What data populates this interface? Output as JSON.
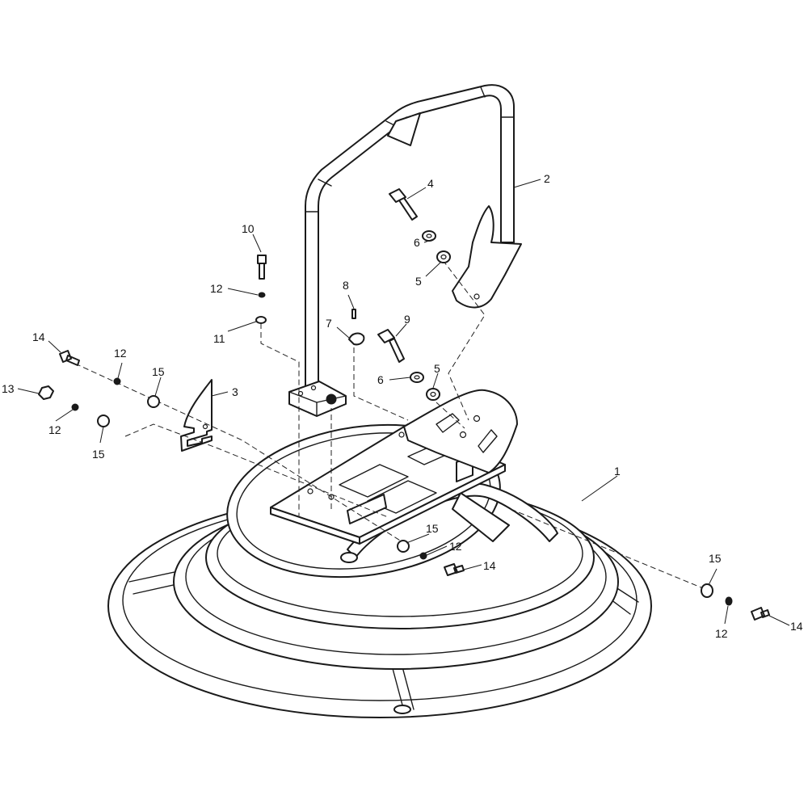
{
  "callouts": [
    {
      "id": "c1",
      "text": "1"
    },
    {
      "id": "c2",
      "text": "2"
    },
    {
      "id": "c3",
      "text": "3"
    },
    {
      "id": "c4",
      "text": "4"
    },
    {
      "id": "c5a",
      "text": "5"
    },
    {
      "id": "c5b",
      "text": "5"
    },
    {
      "id": "c6a",
      "text": "6"
    },
    {
      "id": "c6b",
      "text": "6"
    },
    {
      "id": "c7",
      "text": "7"
    },
    {
      "id": "c8",
      "text": "8"
    },
    {
      "id": "c9",
      "text": "9"
    },
    {
      "id": "c10",
      "text": "10"
    },
    {
      "id": "c11",
      "text": "11"
    },
    {
      "id": "c12a",
      "text": "12"
    },
    {
      "id": "c12b",
      "text": "12"
    },
    {
      "id": "c12c",
      "text": "12"
    },
    {
      "id": "c12d",
      "text": "12"
    },
    {
      "id": "c12e",
      "text": "12"
    },
    {
      "id": "c13",
      "text": "13"
    },
    {
      "id": "c14a",
      "text": "14"
    },
    {
      "id": "c14b",
      "text": "14"
    },
    {
      "id": "c14c",
      "text": "14"
    },
    {
      "id": "c15a",
      "text": "15"
    },
    {
      "id": "c15b",
      "text": "15"
    },
    {
      "id": "c15c",
      "text": "15"
    },
    {
      "id": "c15d",
      "text": "15"
    }
  ]
}
